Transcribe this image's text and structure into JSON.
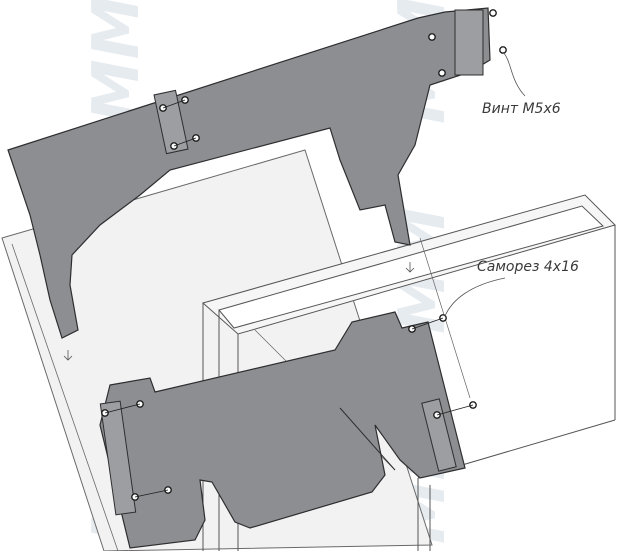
{
  "callouts": {
    "screw_m5x6": "Винт М5х6",
    "self_tapping_screw": "Саморез 4х16"
  },
  "watermark": {
    "text": "MM"
  },
  "colors": {
    "plate_fill": "#8c8e91",
    "plate_stroke": "#2e2e30",
    "panel_fill": "#f1f1f1",
    "line": "#555555",
    "watermark": "#d2dbe4"
  }
}
